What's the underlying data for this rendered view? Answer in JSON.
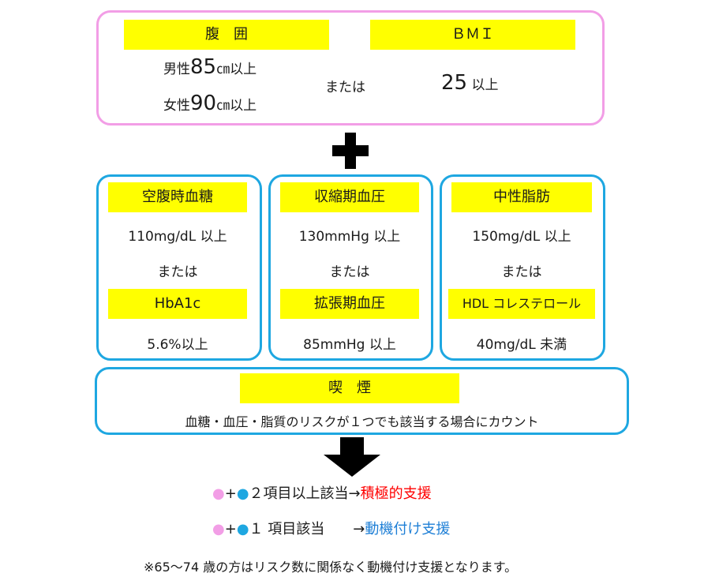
{
  "top": {
    "waist_label": "腹　囲",
    "bmi_label": "ＢＭＩ",
    "male_prefix": "男性",
    "male_value": "85",
    "male_suffix": "㎝以上",
    "female_prefix": "女性",
    "female_value": "90",
    "female_suffix": "㎝以上",
    "or_text": "または",
    "bmi_value": "25",
    "bmi_suffix": "以上"
  },
  "plus_symbol": "✚",
  "glucose": {
    "label": "空腹時血糖",
    "value": "110mg/dL 以上",
    "or_text": "または",
    "label2": "HbA1c",
    "value2": "5.6%以上"
  },
  "bp": {
    "label": "収縮期血圧",
    "value": "130mmHg 以上",
    "or_text": "または",
    "label2": "拡張期血圧",
    "value2": "85mmHg 以上"
  },
  "lipid": {
    "label": "中性脂肪",
    "value": "150mg/dL 以上",
    "or_text": "または",
    "label2": "HDL コレステロール",
    "value2": "40mg/dL 未満"
  },
  "smoking": {
    "label": "喫　煙",
    "note": "血糖・血圧・脂質のリスクが１つでも該当する場合にカウント"
  },
  "result1": {
    "plus": "+",
    "text": "２項目以上該当→",
    "support": "積極的支援"
  },
  "result2": {
    "plus": "+",
    "text": "１ 項目該当　　→",
    "support": "動機付け支援"
  },
  "footnote": "※65〜74 歳の方はリスク数に関係なく動機付け支援となります。",
  "colors": {
    "pink": "#f29ee6",
    "blue": "#1ea7e1",
    "yellow": "#ffff00",
    "red": "#ff0000",
    "support_blue": "#1e7fd6"
  }
}
